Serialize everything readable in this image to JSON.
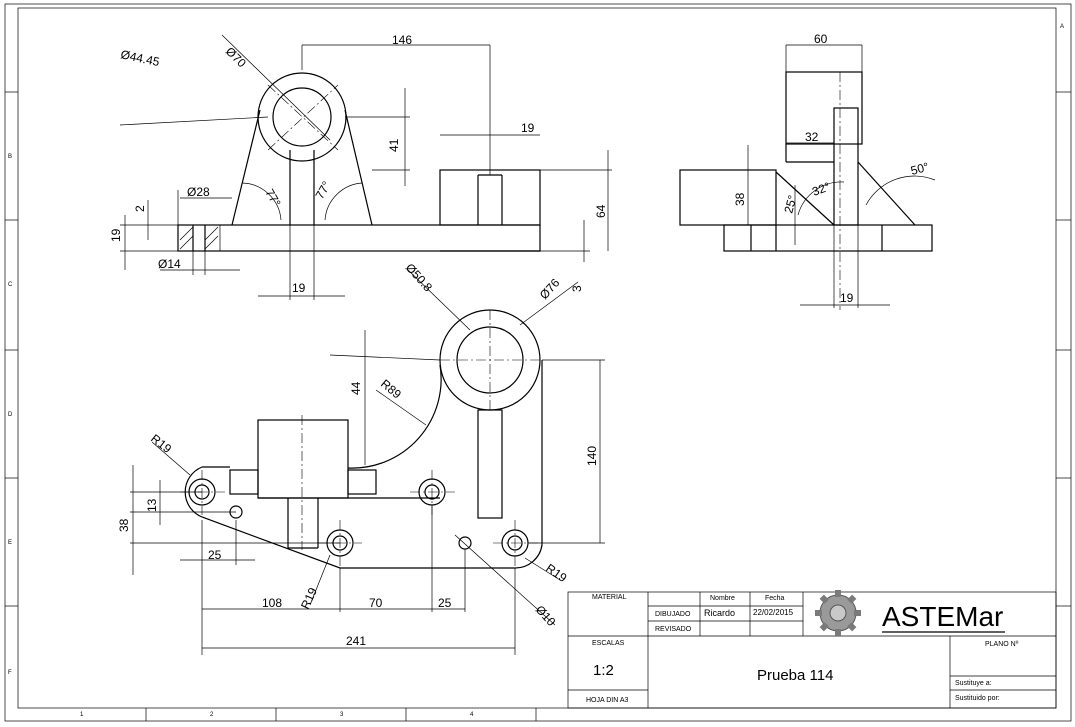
{
  "title_block": {
    "material_label": "MATERIAL",
    "name_header": "Nombre",
    "date_header": "Fecha",
    "drawn_label": "DIBUJADO",
    "drawn_name": "Ricardo",
    "drawn_date": "22/02/2015",
    "reviewed_label": "REVISADO",
    "scale_label": "ESCALAS",
    "scale_value": "1:2",
    "sheet_label": "HOJA DIN A3",
    "logo_text": "ASTEMar",
    "drawing_title": "Prueba 114",
    "plan_label": "PLANO Nº",
    "replaces_label": "Sustituye a:",
    "replaced_by_label": "Sustituido por:"
  },
  "border": {
    "columns": [
      "1",
      "2",
      "3",
      "4"
    ],
    "rows": [
      "A",
      "B",
      "C",
      "D",
      "E",
      "F"
    ]
  },
  "dimensions": {
    "front": [
      "Ø70",
      "Ø44.45",
      "146",
      "41",
      "19",
      "64",
      "3",
      "Ø28",
      "2",
      "19",
      "Ø14",
      "19",
      "77°",
      "77°"
    ],
    "side": [
      "60",
      "32",
      "50°",
      "38",
      "25°",
      "32°",
      "19"
    ],
    "top": [
      "Ø50.8",
      "Ø76",
      "44",
      "R89",
      "140",
      "R19",
      "13",
      "38",
      "25",
      "R19",
      "108",
      "70",
      "25",
      "241",
      "R19",
      "Ø10"
    ]
  }
}
